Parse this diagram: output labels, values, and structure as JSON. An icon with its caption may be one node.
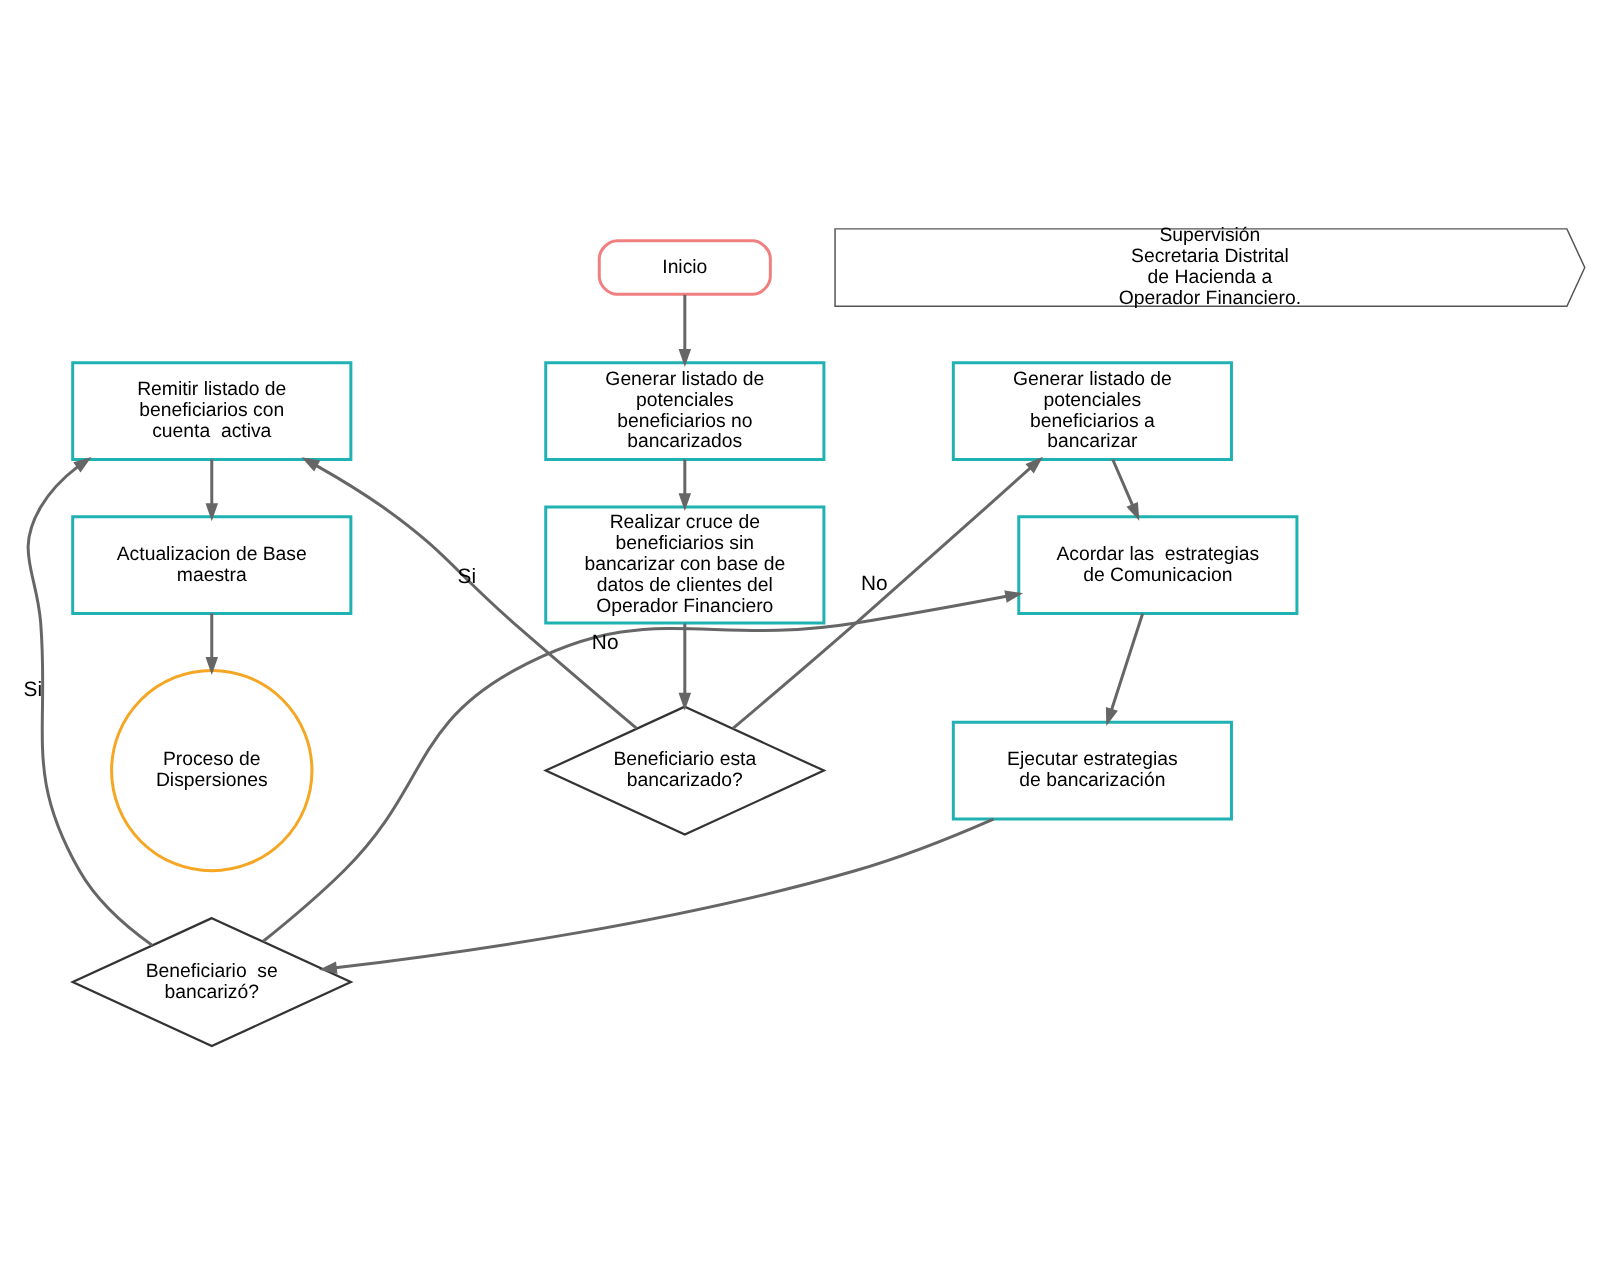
{
  "diagram": {
    "nodes": [
      {
        "text": [
          "Inicio"
        ]
      },
      {
        "text": [
          "Generar listado de potenciales beneficiarios no bancarizados"
        ]
      },
      {
        "text": [
          "Realizar cruce de beneficiarios sin bancarizar con base de datos de clientes del Operador Financiero"
        ]
      },
      {
        "text": [
          "Beneficiario esta bancarizado?"
        ]
      },
      {
        "text": [
          "Generar listado de potenciales beneficiarios a bancarizar"
        ]
      },
      {
        "text": [
          "Acordar las  estrategias de Comunicacion"
        ]
      },
      {
        "text": [
          "Ejecutar estrategias de bancarización"
        ]
      },
      {
        "text": [
          "Beneficiario  se bancarizó?"
        ]
      },
      {
        "text": [
          "Remitir listado de beneficiarios con cuenta  activa"
        ]
      },
      {
        "text": [
          "Actualizacion de Base maestra"
        ]
      },
      {
        "text": [
          "Proceso de Dispersiones"
        ]
      },
      {
        "text": [
          "Supervisión Secretaria Distrital de Hacienda a Operador Financiero."
        ]
      }
    ],
    "edges": [
      {
        "from": 0,
        "to": 1,
        "arrow": "to"
      },
      {
        "from": 1,
        "to": 2,
        "arrow": "to"
      },
      {
        "from": 2,
        "to": 3,
        "arrow": "to"
      },
      {
        "from": 3,
        "to": 4,
        "arrow": "to",
        "label": "No"
      },
      {
        "from": 4,
        "to": 5,
        "arrow": "to"
      },
      {
        "from": 5,
        "to": 6,
        "arrow": "to"
      },
      {
        "from": 6,
        "to": 7,
        "arrow": "to"
      },
      {
        "from": 7,
        "to": 5,
        "arrow": "to",
        "label": "No"
      },
      {
        "from": 3,
        "to": 8,
        "arrow": "to",
        "label": "Si"
      },
      {
        "from": 7,
        "to": 8,
        "arrow": "to",
        "label": "Si"
      },
      {
        "from": 8,
        "to": 9,
        "arrow": "to"
      },
      {
        "from": 9,
        "to": 10,
        "arrow": "to"
      }
    ]
  }
}
